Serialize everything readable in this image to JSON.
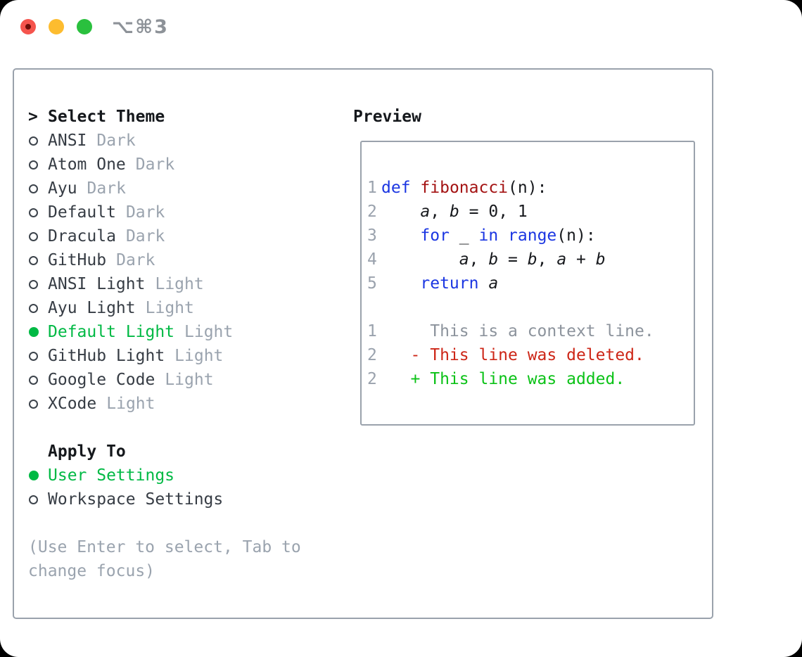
{
  "window": {
    "title": "⌥⌘3"
  },
  "panel": {
    "select_heading": {
      "marker": ">",
      "label": "Select Theme"
    },
    "themes": [
      {
        "name": "ANSI",
        "variant": "Dark",
        "selected": false
      },
      {
        "name": "Atom One",
        "variant": "Dark",
        "selected": false
      },
      {
        "name": "Ayu",
        "variant": "Dark",
        "selected": false
      },
      {
        "name": "Default",
        "variant": "Dark",
        "selected": false
      },
      {
        "name": "Dracula",
        "variant": "Dark",
        "selected": false
      },
      {
        "name": "GitHub",
        "variant": "Dark",
        "selected": false
      },
      {
        "name": "ANSI Light",
        "variant": "Light",
        "selected": false
      },
      {
        "name": "Ayu Light",
        "variant": "Light",
        "selected": false
      },
      {
        "name": "Default Light",
        "variant": "Light",
        "selected": true
      },
      {
        "name": "GitHub Light",
        "variant": "Light",
        "selected": false
      },
      {
        "name": "Google Code",
        "variant": "Light",
        "selected": false
      },
      {
        "name": "XCode",
        "variant": "Light",
        "selected": false
      }
    ],
    "apply_heading": "Apply To",
    "apply_targets": [
      {
        "name": "User Settings",
        "selected": true
      },
      {
        "name": "Workspace Settings",
        "selected": false
      }
    ],
    "help_text": "(Use Enter to select, Tab to change focus)"
  },
  "preview": {
    "heading": "Preview",
    "lines": [
      {
        "num": "1",
        "kind": "code",
        "segments": [
          [
            "kw",
            "def"
          ],
          [
            "pl",
            " "
          ],
          [
            "fn",
            "fibonacci"
          ],
          [
            "pl",
            "(n):"
          ]
        ]
      },
      {
        "num": "2",
        "kind": "code",
        "segments": [
          [
            "pl",
            "    "
          ],
          [
            "var",
            "a"
          ],
          [
            "pl",
            ", "
          ],
          [
            "var",
            "b"
          ],
          [
            "pl",
            " = 0, 1"
          ]
        ]
      },
      {
        "num": "3",
        "kind": "code",
        "segments": [
          [
            "pl",
            "    "
          ],
          [
            "kw",
            "for"
          ],
          [
            "pl",
            " _ "
          ],
          [
            "kw",
            "in"
          ],
          [
            "pl",
            " "
          ],
          [
            "kw",
            "range"
          ],
          [
            "pl",
            "(n):"
          ]
        ]
      },
      {
        "num": "4",
        "kind": "code",
        "segments": [
          [
            "pl",
            "        "
          ],
          [
            "var",
            "a"
          ],
          [
            "pl",
            ", "
          ],
          [
            "var",
            "b"
          ],
          [
            "pl",
            " = "
          ],
          [
            "var",
            "b"
          ],
          [
            "pl",
            ", "
          ],
          [
            "var",
            "a"
          ],
          [
            "pl",
            " + "
          ],
          [
            "var",
            "b"
          ]
        ]
      },
      {
        "num": "5",
        "kind": "code",
        "segments": [
          [
            "pl",
            "    "
          ],
          [
            "kw",
            "return"
          ],
          [
            "pl",
            " "
          ],
          [
            "var",
            "a"
          ]
        ]
      },
      {
        "num": "",
        "kind": "blank",
        "segments": []
      },
      {
        "num": "1",
        "kind": "diff-context",
        "segments": [
          [
            "ctx",
            "     This is a context line."
          ]
        ]
      },
      {
        "num": "2",
        "kind": "diff-deleted",
        "segments": [
          [
            "del",
            "   - This line was deleted."
          ]
        ]
      },
      {
        "num": "2",
        "kind": "diff-added",
        "segments": [
          [
            "add",
            "   + This line was added."
          ]
        ]
      }
    ]
  },
  "colors": {
    "accent_green": "#00b944",
    "keyword_blue": "#1b36e2",
    "function_red": "#a41313",
    "diff_deleted_red": "#cd2617",
    "diff_added_green": "#0bc217",
    "muted_gray": "#9aa3ae",
    "line_number_gray": "#9aa2ad",
    "panel_border_gray": "#9aa2ac"
  }
}
